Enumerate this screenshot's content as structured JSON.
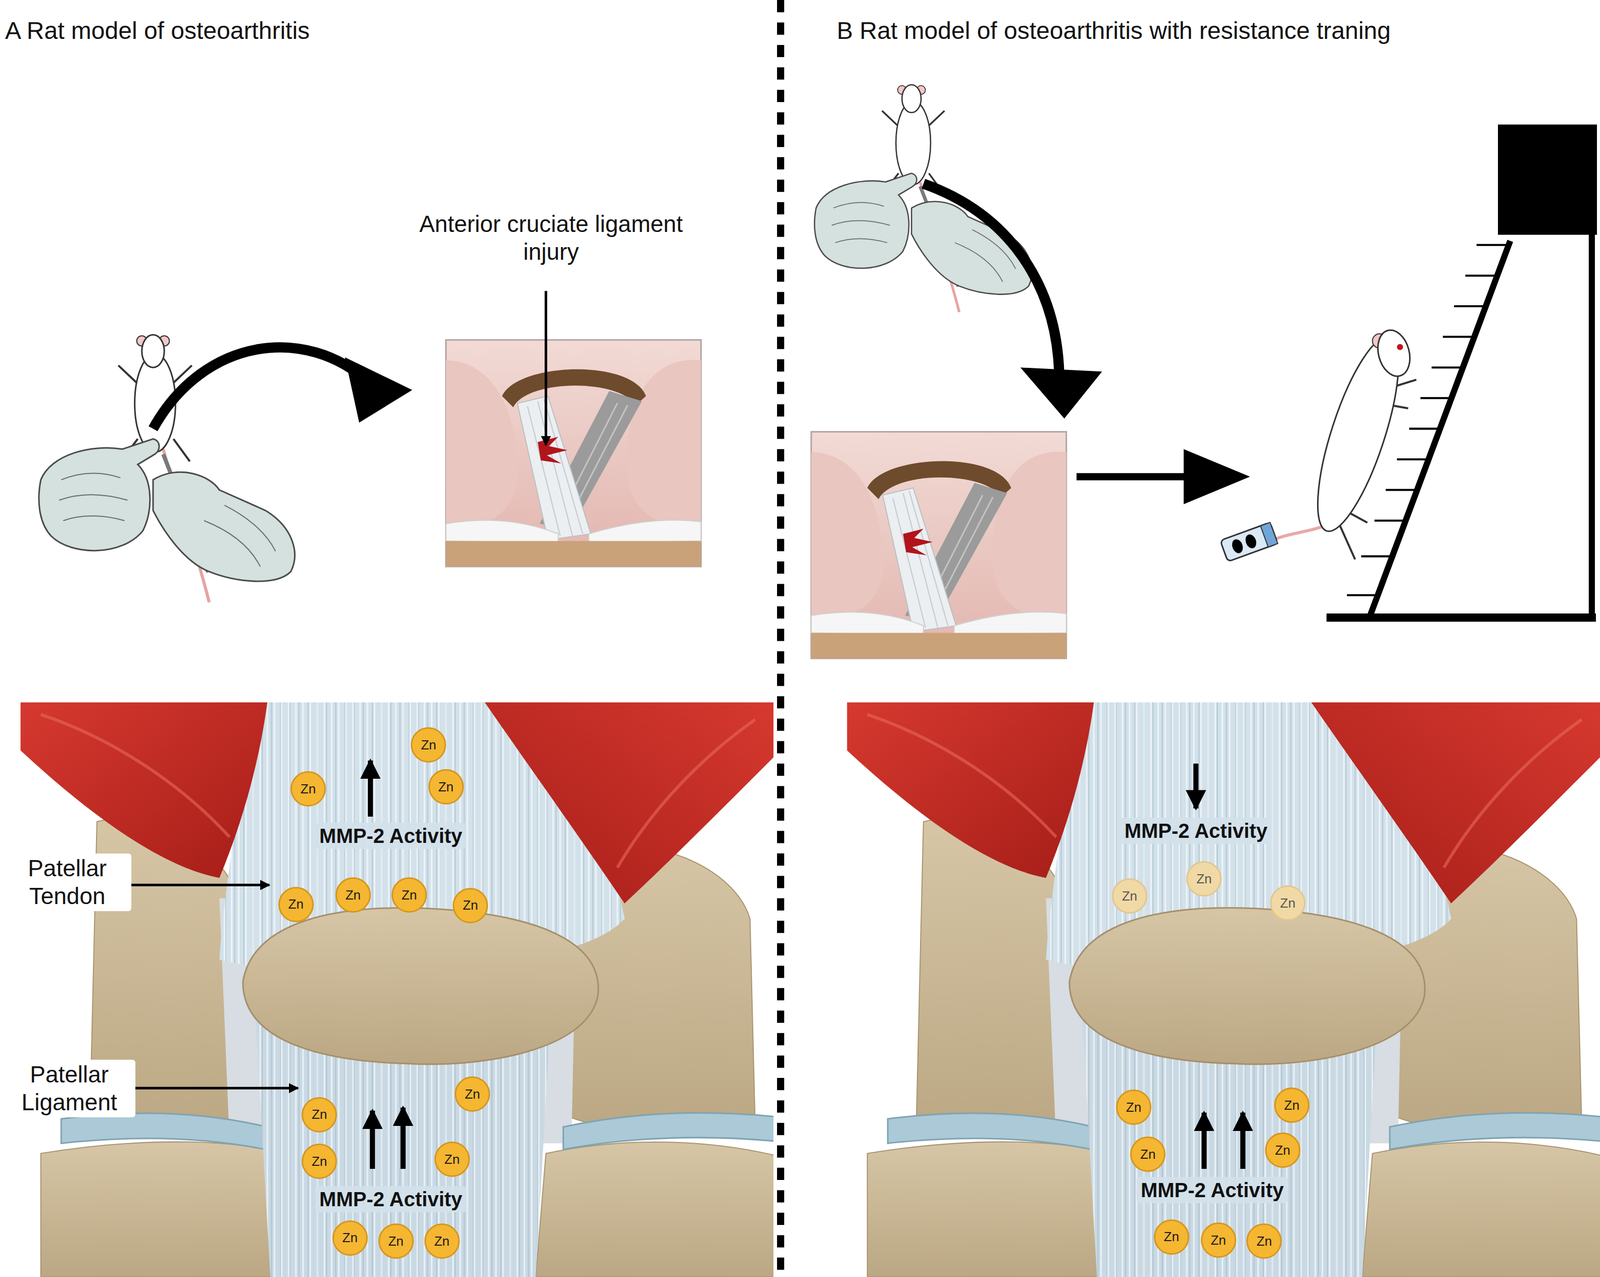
{
  "diagram": {
    "nodes": [
      {
        "text": [
          "Zn"
        ]
      },
      {
        "text": [
          "Zn"
        ]
      },
      {
        "text": [
          "Zn"
        ]
      },
      {
        "text": [
          "Zn"
        ]
      },
      {
        "text": [
          "Zn"
        ]
      },
      {
        "text": [
          "Zn"
        ]
      },
      {
        "text": [
          "Zn"
        ]
      },
      {
        "text": [
          "Zn"
        ]
      },
      {
        "text": [
          "Zn"
        ]
      },
      {
        "text": [
          "Zn"
        ]
      },
      {
        "text": [
          "Zn"
        ]
      },
      {
        "text": [
          "Zn"
        ]
      },
      {
        "text": [
          "Zn"
        ]
      },
      {
        "text": [
          "Zn"
        ]
      },
      {
        "text": [
          "Zn"
        ]
      },
      {
        "text": [
          "Zn"
        ]
      },
      {
        "text": [
          "Zn"
        ]
      },
      {
        "text": [
          "Zn"
        ]
      },
      {
        "text": [
          "Zn"
        ]
      },
      {
        "text": [
          "Zn"
        ]
      },
      {
        "text": [
          "Zn"
        ]
      },
      {
        "text": [
          "Zn"
        ]
      },
      {
        "text": [
          "Zn"
        ]
      },
      {
        "text": [
          "Zn"
        ]
      }
    ],
    "labels": [
      "A Rat model of osteoarthritis",
      "B Rat model of osteoarthritis with resistance traning",
      "Anterior cruciate ligament injury",
      "MMP-2 Activity",
      "Patellar Tendon",
      "Patellar Ligament",
      "MMP-2 Activity",
      "MMP-2 Activity",
      "MMP-2 Activity"
    ]
  }
}
